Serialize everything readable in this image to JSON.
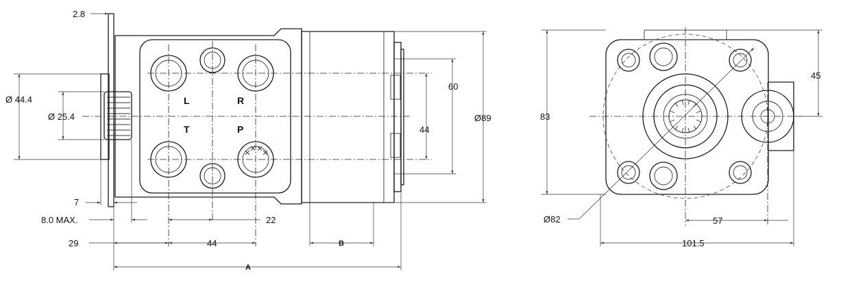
{
  "side_view": {
    "ports": {
      "l": "L",
      "r": "R",
      "t": "T",
      "p": "P"
    },
    "dims": {
      "flange_thickness": "2.8",
      "pilot_diameter": "Ø 44.4",
      "shaft_diameter": "Ø 25.4",
      "shaft_offset": "7",
      "shaft_length": "8.0  MAX.",
      "port_spacing_small": "22",
      "edge_to_port": "29",
      "port_spacing": "44",
      "length_b": "B",
      "length_a": "A",
      "port_vertical_spacing": "44",
      "port_vertical_outer": "60",
      "body_diameter": "Ø89"
    }
  },
  "front_view": {
    "dims": {
      "height": "83",
      "bolt_circle": "Ø82",
      "offset_top": "45",
      "offset_right": "57",
      "width": "101.5"
    }
  }
}
